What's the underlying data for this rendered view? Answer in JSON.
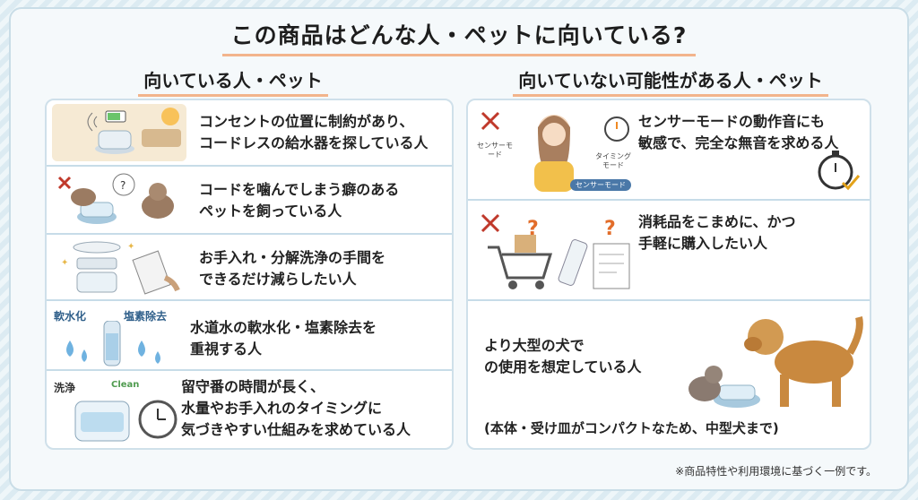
{
  "title": "この商品はどんな人・ペットに向いている?",
  "left": {
    "heading": "向いている人・ペット",
    "items": [
      {
        "l1": "コンセントの位置に制約があり、",
        "l2": "コードレスの給水器を探している人"
      },
      {
        "l1": "コードを噛んでしまう癖のある",
        "l2": "ペットを飼っている人"
      },
      {
        "l1": "お手入れ・分解洗浄の手間を",
        "l2": "できるだけ減らしたい人"
      },
      {
        "l1": "水道水の軟水化・塩素除去を",
        "l2": "重視する人",
        "tag1": "軟水化",
        "tag2": "塩素除去"
      },
      {
        "l1": "留守番の時間が長く、",
        "l2": "水量やお手入れのタイミングに",
        "l3": "気づきやすい仕組みを求めている人",
        "tag1": "洗浄",
        "tag2": "Clean"
      }
    ]
  },
  "right": {
    "heading": "向いていない可能性がある人・ペット",
    "items": [
      {
        "l1": "センサーモードの動作音にも",
        "l2": "敏感で、完全な無音を求める人",
        "lbl1": "センサーモード",
        "lbl2": "タイミングモード",
        "chip": "センサーモード"
      },
      {
        "l1": "消耗品をこまめに、かつ",
        "l2": "手軽に購入したい人"
      },
      {
        "l1": "より大型の犬で",
        "l2": "の使用を想定している人",
        "sub": "(本体・受け皿がコンパクトなため、中型犬まで)"
      }
    ]
  },
  "note": "※商品特性や利用環境に基づく一例です。"
}
